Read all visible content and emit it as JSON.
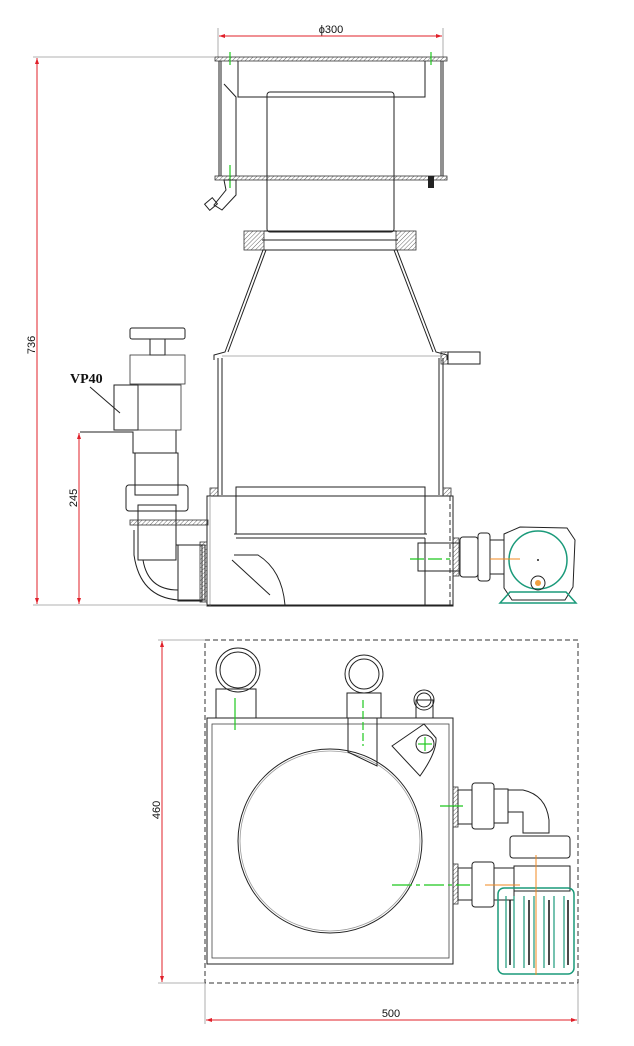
{
  "side_view": {
    "dim_diameter": "ϕ300",
    "dim_height_total": "736",
    "dim_height_inlet": "245",
    "valve_label": "VP40"
  },
  "top_view": {
    "dim_depth": "460",
    "dim_width": "500"
  },
  "colors": {
    "dimension": "#e0202a",
    "centerline": "#1ec81e",
    "pump": "#1a9a7a",
    "axis": "#f08a20"
  }
}
